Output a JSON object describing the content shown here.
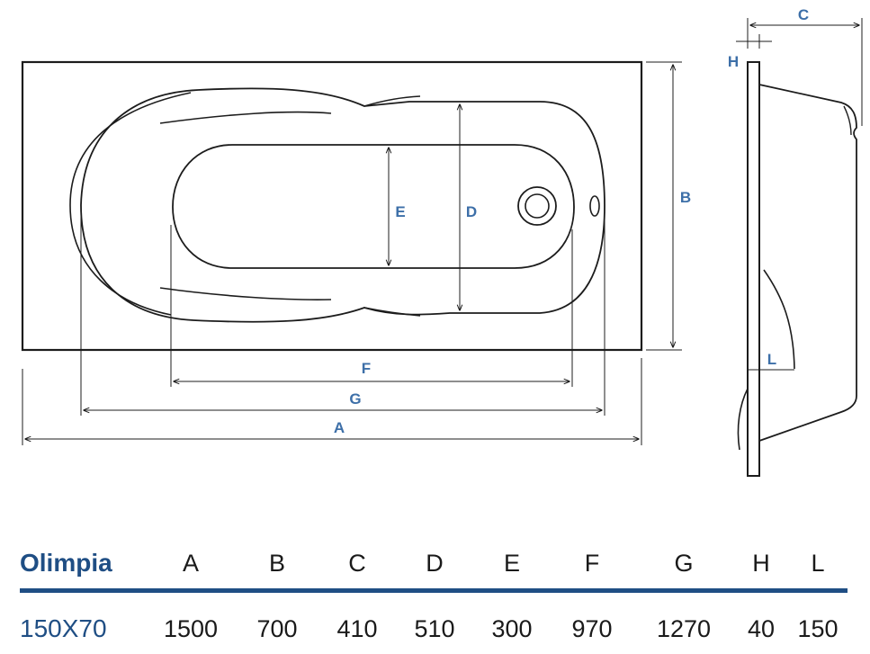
{
  "dimension_labels": {
    "a": "A",
    "b": "B",
    "c": "C",
    "d": "D",
    "e": "E",
    "f": "F",
    "g": "G",
    "h": "H",
    "l": "L"
  },
  "colors": {
    "line": "#1c1c1c",
    "dimension_label": "#3d6fa8",
    "table_accent": "#1f4e84"
  },
  "table": {
    "model_header": "Olimpia",
    "columns": [
      "A",
      "B",
      "C",
      "D",
      "E",
      "F",
      "G",
      "H",
      "L"
    ],
    "rows": [
      {
        "model": "150X70",
        "values": [
          "1500",
          "700",
          "410",
          "510",
          "300",
          "970",
          "1270",
          "40",
          "150"
        ]
      }
    ]
  }
}
